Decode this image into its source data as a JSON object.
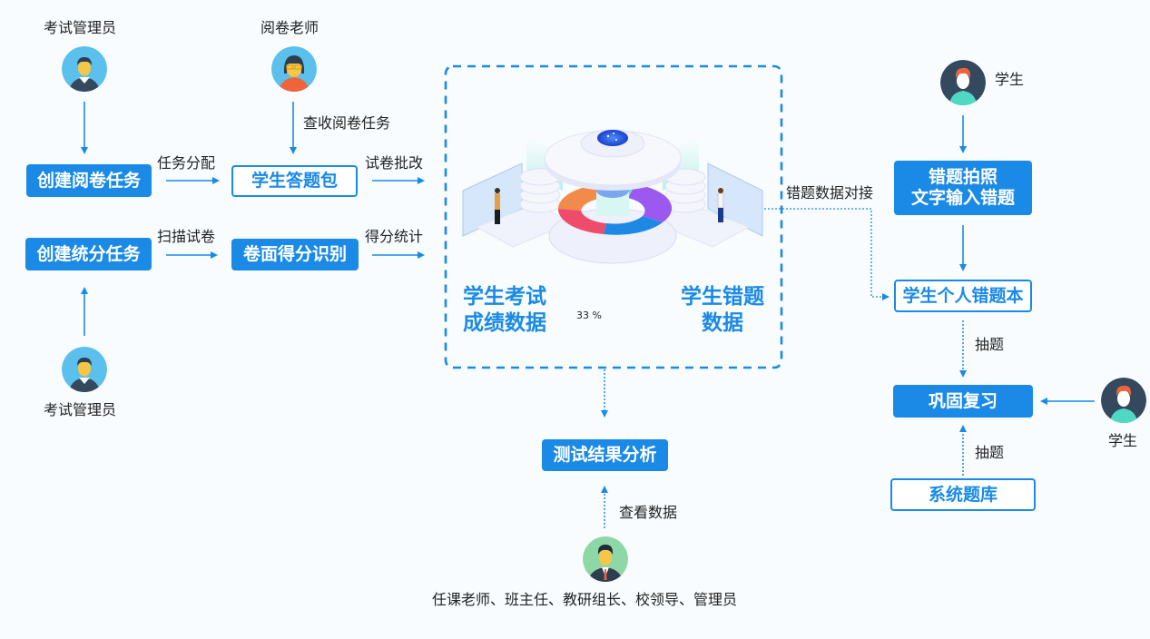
{
  "colors": {
    "primary": "#1a8ae6",
    "background": "#f8fcff",
    "text": "#222222"
  },
  "roles": {
    "exam_admin_top": "考试管理员",
    "grading_teacher": "阅卷老师",
    "exam_admin_bottom": "考试管理员",
    "student_top": "学生",
    "student_right": "学生",
    "viewers": "任课老师、班主任、教研组长、校领导、管理员"
  },
  "boxes": {
    "create_grading_task": "创建阅卷任务",
    "create_scoring_task": "创建统分任务",
    "student_answer_pack": "学生答题包",
    "score_recognition": "卷面得分识别",
    "test_result_analysis": "测试结果分析",
    "wrong_question_capture_line1": "错题拍照",
    "wrong_question_capture_line2": "文字输入错题",
    "personal_wrong_book": "学生个人错题本",
    "consolidate_review": "巩固复习",
    "system_question_bank": "系统题库"
  },
  "edges": {
    "task_assign": "任务分配",
    "receive_grading_task": "查收阅卷任务",
    "paper_grading": "试卷批改",
    "scan_papers": "扫描试卷",
    "score_stats": "得分统计",
    "wrong_data_connect": "错题数据对接",
    "draw_questions_1": "抽题",
    "draw_questions_2": "抽题",
    "view_data": "查看数据"
  },
  "center": {
    "left_title_line1": "学生考试",
    "left_title_line2": "成绩数据",
    "right_title_line1": "学生错题",
    "right_title_line2": "数据",
    "percent_label": "33 %"
  },
  "icons": {
    "admin": "person-vest-avatar",
    "teacher": "woman-glasses-avatar",
    "student": "student-avatar",
    "viewer": "businessman-avatar",
    "center": "isometric-database-ring-illustration"
  }
}
